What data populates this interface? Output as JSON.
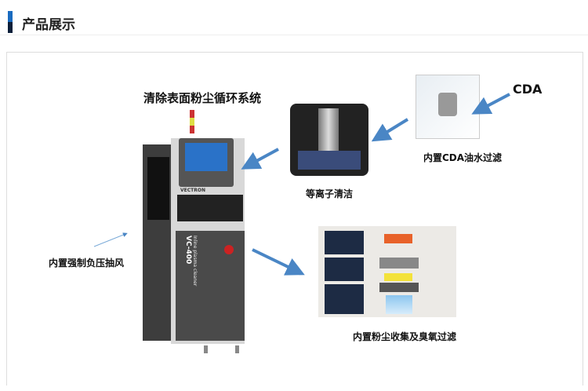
{
  "header": {
    "title": "产品展示"
  },
  "labels": {
    "dust_loop": "清除表面粉尘循环系统",
    "plasma_clean": "等离子清洁",
    "cda_filter": "内置CDA油水过滤",
    "cda": "CDA",
    "negative_pressure": "内置强制负压抽风",
    "dust_ozone": "内置粉尘收集及臭氧过滤"
  },
  "machine": {
    "brand": "VECTRON",
    "model": "VC-400",
    "subtitle": "Inline plasma cleaner"
  },
  "colors": {
    "accent": "#1a6bc0",
    "arrow": "#4a86c5"
  }
}
